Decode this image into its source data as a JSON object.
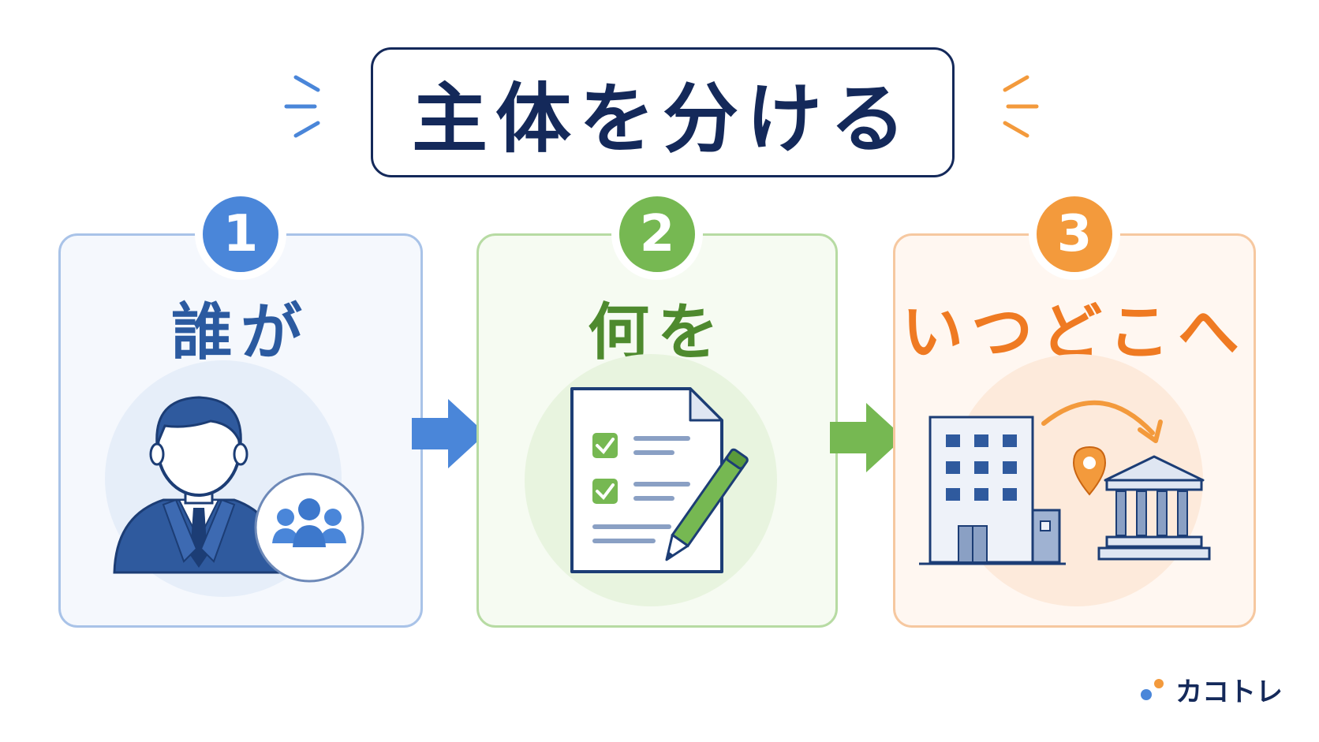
{
  "title": "主体を分ける",
  "steps": [
    {
      "number": "1",
      "label": "誰が"
    },
    {
      "number": "2",
      "label": "何を"
    },
    {
      "number": "3",
      "label": "いつどこへ"
    }
  ],
  "brand": {
    "name": "カコトレ"
  },
  "colors": {
    "navy": "#14295a",
    "blue": "#4a86d9",
    "green": "#76b852",
    "orange": "#f39a3c"
  }
}
